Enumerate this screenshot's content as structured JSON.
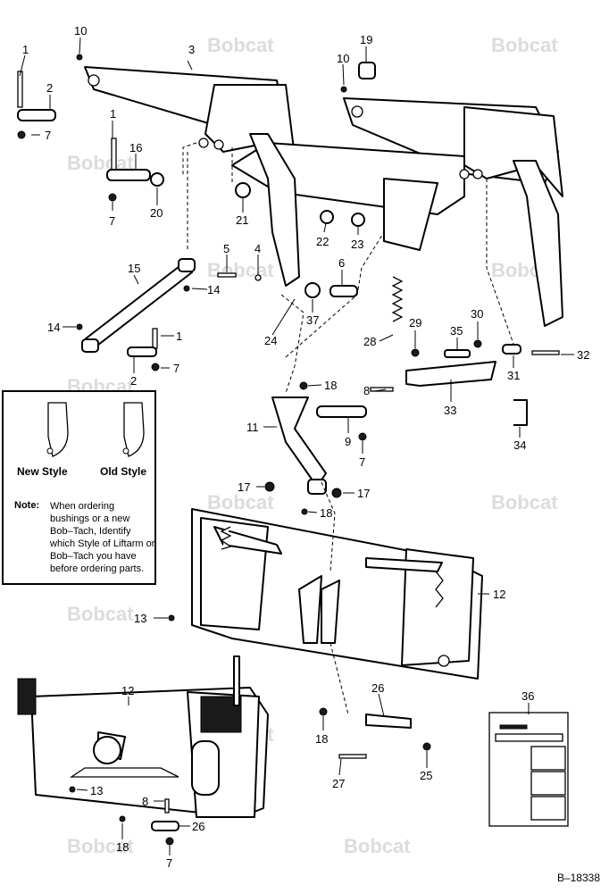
{
  "watermark": "Bobcat",
  "figure_id": "B–18338",
  "note_box": {
    "new_style_label": "New Style",
    "old_style_label": "Old Style",
    "note_title": "Note:",
    "note_text": "When ordering bushings or a new Bob–Tach, Identify which Style of Liftarm or Bob–Tach you have before ordering parts."
  },
  "callouts": [
    {
      "id": "c10a",
      "label": "10"
    },
    {
      "id": "c3",
      "label": "3"
    },
    {
      "id": "c1a",
      "label": "1"
    },
    {
      "id": "c2a",
      "label": "2"
    },
    {
      "id": "c7a",
      "label": "7"
    },
    {
      "id": "c1b",
      "label": "1"
    },
    {
      "id": "c16",
      "label": "16"
    },
    {
      "id": "c7b",
      "label": "7"
    },
    {
      "id": "c20",
      "label": "20"
    },
    {
      "id": "c21",
      "label": "21"
    },
    {
      "id": "c19",
      "label": "19"
    },
    {
      "id": "c10b",
      "label": "10"
    },
    {
      "id": "c22",
      "label": "22"
    },
    {
      "id": "c23",
      "label": "23"
    },
    {
      "id": "c15",
      "label": "15"
    },
    {
      "id": "c5",
      "label": "5"
    },
    {
      "id": "c4",
      "label": "4"
    },
    {
      "id": "c14a",
      "label": "14"
    },
    {
      "id": "c6",
      "label": "6"
    },
    {
      "id": "c14b",
      "label": "14"
    },
    {
      "id": "c1c",
      "label": "1"
    },
    {
      "id": "c2b",
      "label": "2"
    },
    {
      "id": "c7c",
      "label": "7"
    },
    {
      "id": "c37",
      "label": "37"
    },
    {
      "id": "c24",
      "label": "24"
    },
    {
      "id": "c29",
      "label": "29"
    },
    {
      "id": "c30",
      "label": "30"
    },
    {
      "id": "c35",
      "label": "35"
    },
    {
      "id": "c28",
      "label": "28"
    },
    {
      "id": "c32",
      "label": "32"
    },
    {
      "id": "c31",
      "label": "31"
    },
    {
      "id": "c18a",
      "label": "18"
    },
    {
      "id": "c8a",
      "label": "8"
    },
    {
      "id": "c33",
      "label": "33"
    },
    {
      "id": "c11",
      "label": "11"
    },
    {
      "id": "c9",
      "label": "9"
    },
    {
      "id": "c7d",
      "label": "7"
    },
    {
      "id": "c34",
      "label": "34"
    },
    {
      "id": "c17a",
      "label": "17"
    },
    {
      "id": "c17b",
      "label": "17"
    },
    {
      "id": "c18b",
      "label": "18"
    },
    {
      "id": "c12a",
      "label": "12"
    },
    {
      "id": "c13a",
      "label": "13"
    },
    {
      "id": "c12b",
      "label": "12"
    },
    {
      "id": "c26a",
      "label": "26"
    },
    {
      "id": "c36",
      "label": "36"
    },
    {
      "id": "c18c",
      "label": "18"
    },
    {
      "id": "c25",
      "label": "25"
    },
    {
      "id": "c27",
      "label": "27"
    },
    {
      "id": "c13b",
      "label": "13"
    },
    {
      "id": "c8b",
      "label": "8"
    },
    {
      "id": "c26b",
      "label": "26"
    },
    {
      "id": "c18d",
      "label": "18"
    },
    {
      "id": "c7e",
      "label": "7"
    }
  ]
}
